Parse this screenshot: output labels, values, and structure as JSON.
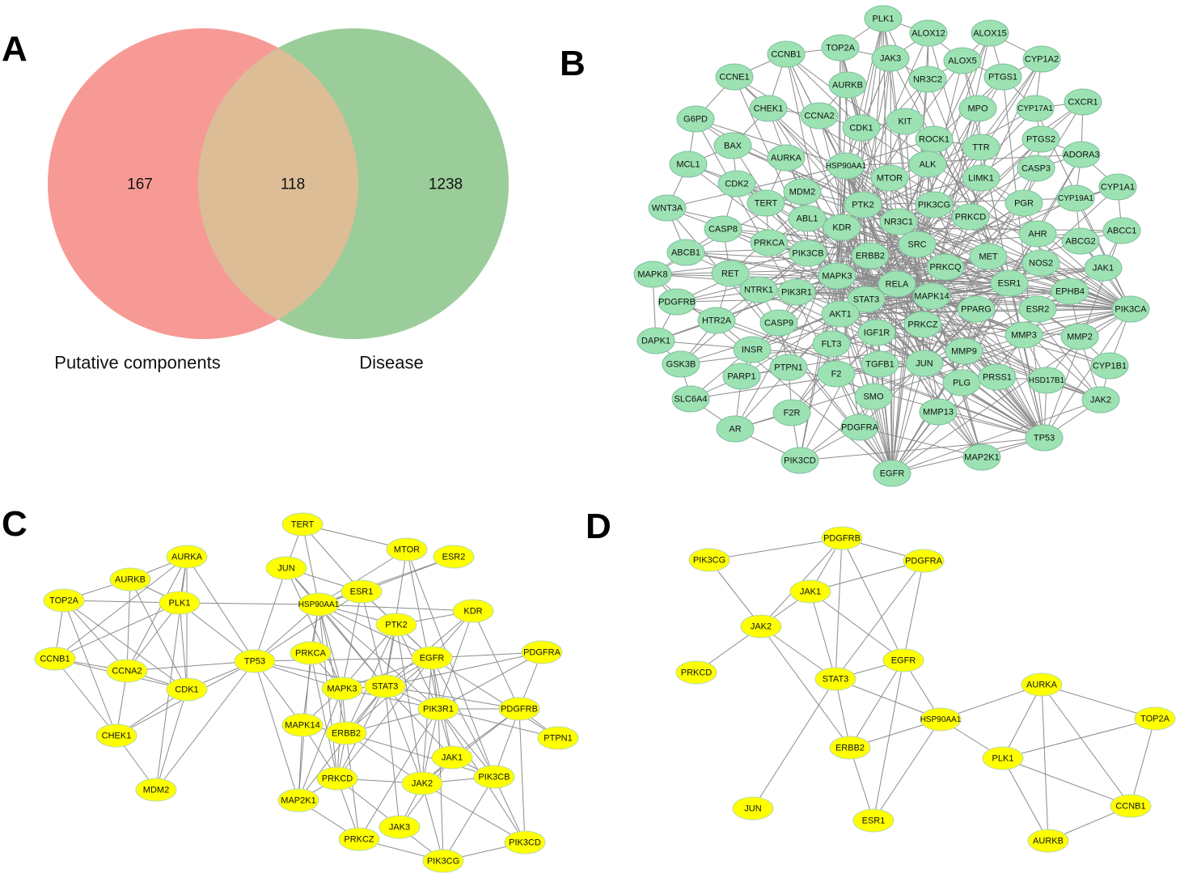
{
  "panels": {
    "A": "A",
    "B": "B",
    "C": "C",
    "D": "D"
  },
  "venn": {
    "left_label": "Putative components",
    "right_label": "Disease",
    "left_only": "167",
    "overlap": "118",
    "right_only": "1238",
    "left_color": "#f79a96",
    "right_color": "#9acd99",
    "overlap_color": "#dcbd96"
  },
  "networks": {
    "B": {
      "node_color": "#9de2b3",
      "node_stroke": "#7fbf9f",
      "nodes": [
        "PLK1",
        "ALOX12",
        "ALOX15",
        "CCNB1",
        "TOP2A",
        "JAK3",
        "ALOX5",
        "CYP1A2",
        "CCNE1",
        "AURKB",
        "NR3C2",
        "PTGS1",
        "MPO",
        "CYP17A1",
        "CXCR1",
        "G6PD",
        "CHEK1",
        "CCNA2",
        "CDK1",
        "KIT",
        "ROCK1",
        "TTR",
        "PTGS2",
        "BAX",
        "AURKA",
        "HSP90AA1",
        "MTOR",
        "ALK",
        "LIMK1",
        "CASP3",
        "ADORA3",
        "MCL1",
        "CDK2",
        "MDM2",
        "TERT",
        "PTK2",
        "PIK3CG",
        "PGR",
        "CYP19A1",
        "CYP1A1",
        "WNT3A",
        "ABL1",
        "KDR",
        "NR3C1",
        "PRKCD",
        "AHR",
        "ABCC1",
        "CASP8",
        "PRKCA",
        "PIK3CB",
        "ERBB2",
        "SRC",
        "MET",
        "ABCG2",
        "ABCB1",
        "RET",
        "MAPK3",
        "PRKCQ",
        "NOS2",
        "JAK1",
        "MAPK8",
        "NTRK1",
        "PIK3R1",
        "RELA",
        "ESR1",
        "EPHB4",
        "PDGFRB",
        "STAT3",
        "MAPK14",
        "PPARG",
        "PIK3CA",
        "HTR2A",
        "AKT1",
        "ESR2",
        "CASP9",
        "IGF1R",
        "PRKCZ",
        "MMP3",
        "MMP2",
        "DAPK1",
        "FLT3",
        "MMP9",
        "INSR",
        "GSK3B",
        "TGFB1",
        "JUN",
        "PTPN1",
        "CYP1B1",
        "PARP1",
        "F2",
        "PLG",
        "PRSS1",
        "HSD17B1",
        "SMO",
        "SLC6A4",
        "JAK2",
        "MMP13",
        "F2R",
        "AR",
        "PDGFRA",
        "TP53",
        "PIK3CD",
        "MAP2K1",
        "EGFR"
      ]
    },
    "C": {
      "node_color": "#ffff00",
      "node_stroke": "#b9d9b0",
      "nodes": [
        "TERT",
        "MTOR",
        "ESR2",
        "AURKA",
        "JUN",
        "AURKB",
        "ESR1",
        "TOP2A",
        "PLK1",
        "HSP90AA1",
        "KDR",
        "PTK2",
        "CCNB1",
        "PRKCA",
        "TP53",
        "EGFR",
        "PDGFRA",
        "CCNA2",
        "CDK1",
        "MAPK3",
        "STAT3",
        "PIK3R1",
        "PDGFRB",
        "MAPK14",
        "ERBB2",
        "CHEK1",
        "PTPN1",
        "JAK1",
        "PIK3CB",
        "PRKCD",
        "JAK2",
        "MDM2",
        "MAP2K1",
        "JAK3",
        "PRKCZ",
        "PIK3CD",
        "PIK3CG"
      ]
    },
    "D": {
      "node_color": "#ffff00",
      "node_stroke": "#b9d9b0",
      "nodes": [
        "PDGFRB",
        "PIK3CG",
        "PDGFRA",
        "JAK1",
        "JAK2",
        "EGFR",
        "PRKCD",
        "STAT3",
        "AURKA",
        "HSP90AA1",
        "TOP2A",
        "ERBB2",
        "PLK1",
        "CCNB1",
        "JUN",
        "ESR1",
        "AURKB"
      ]
    }
  }
}
